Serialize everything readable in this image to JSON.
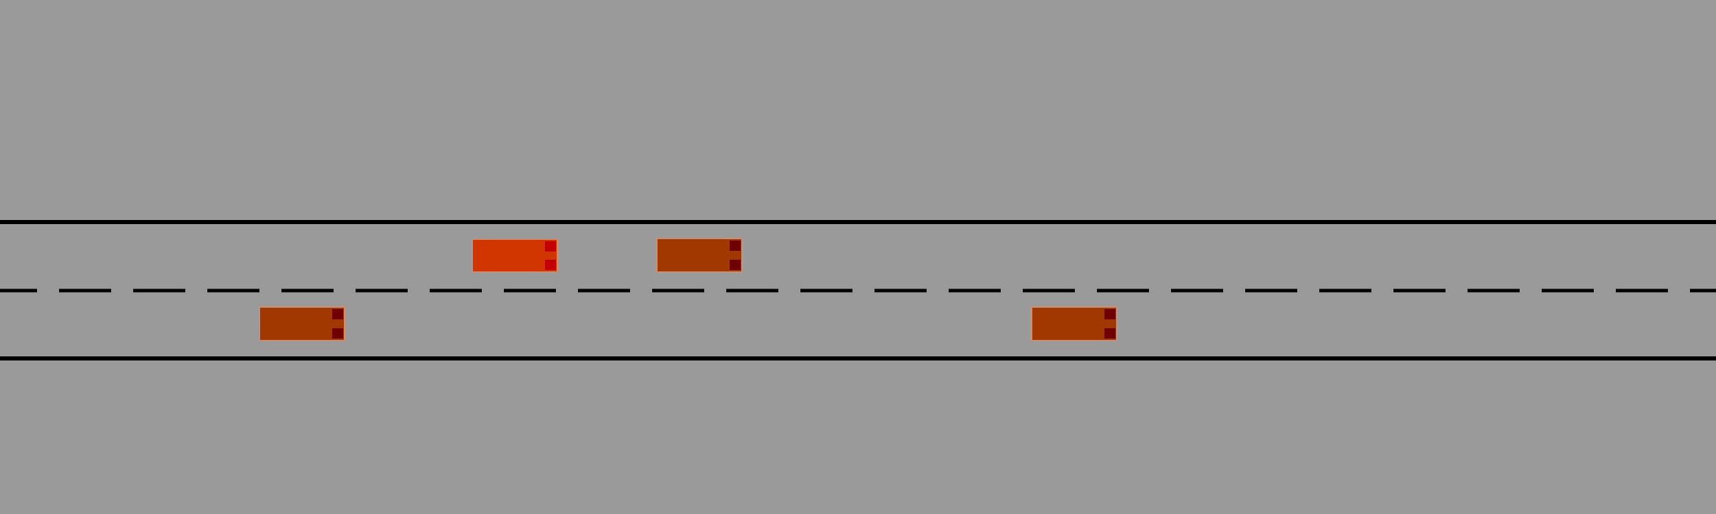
{
  "scene": {
    "type": "highway-top-down",
    "lane_count": 2,
    "colors": {
      "background": "#9a9a9a",
      "road": "#9a9a9a",
      "lane_edge": "#000000",
      "lane_divider": "#000000",
      "ego_body": "#d13500",
      "ego_lights": "#c30000",
      "other_body": "#a03800",
      "other_lights": "#6e0000",
      "car_outline": "#c98f76"
    },
    "vehicles": [
      {
        "role": "ego",
        "lane": 0,
        "heading": "right"
      },
      {
        "role": "other",
        "lane": 0,
        "heading": "right"
      },
      {
        "role": "other",
        "lane": 1,
        "heading": "right"
      },
      {
        "role": "other",
        "lane": 1,
        "heading": "right"
      }
    ]
  }
}
